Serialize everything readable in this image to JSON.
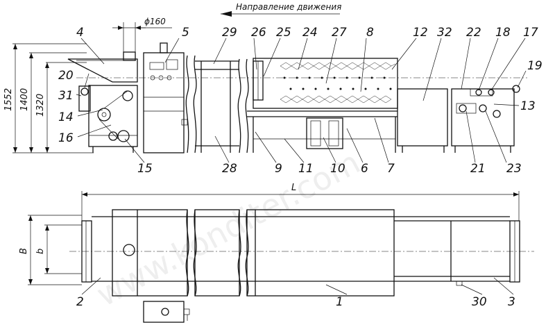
{
  "direction_label": "Направление движения",
  "diameter_label": "ϕ160",
  "dimensions": {
    "h1": "1552",
    "h2": "1400",
    "h3": "1320",
    "length": "L",
    "width_outer": "B",
    "width_inner": "b"
  },
  "callouts": {
    "c1": "1",
    "c2": "2",
    "c3": "3",
    "c4": "4",
    "c5": "5",
    "c6": "6",
    "c7": "7",
    "c8": "8",
    "c9": "9",
    "c10": "10",
    "c11": "11",
    "c12": "12",
    "c13": "13",
    "c14": "14",
    "c15": "15",
    "c16": "16",
    "c17": "17",
    "c18": "18",
    "c19": "19",
    "c20": "20",
    "c21": "21",
    "c22": "22",
    "c23": "23",
    "c24": "24",
    "c25": "25",
    "c26": "26",
    "c27": "27",
    "c28": "28",
    "c29": "29",
    "c30": "30",
    "c31": "31",
    "c32": "32"
  },
  "watermark": "www.konditer.com"
}
